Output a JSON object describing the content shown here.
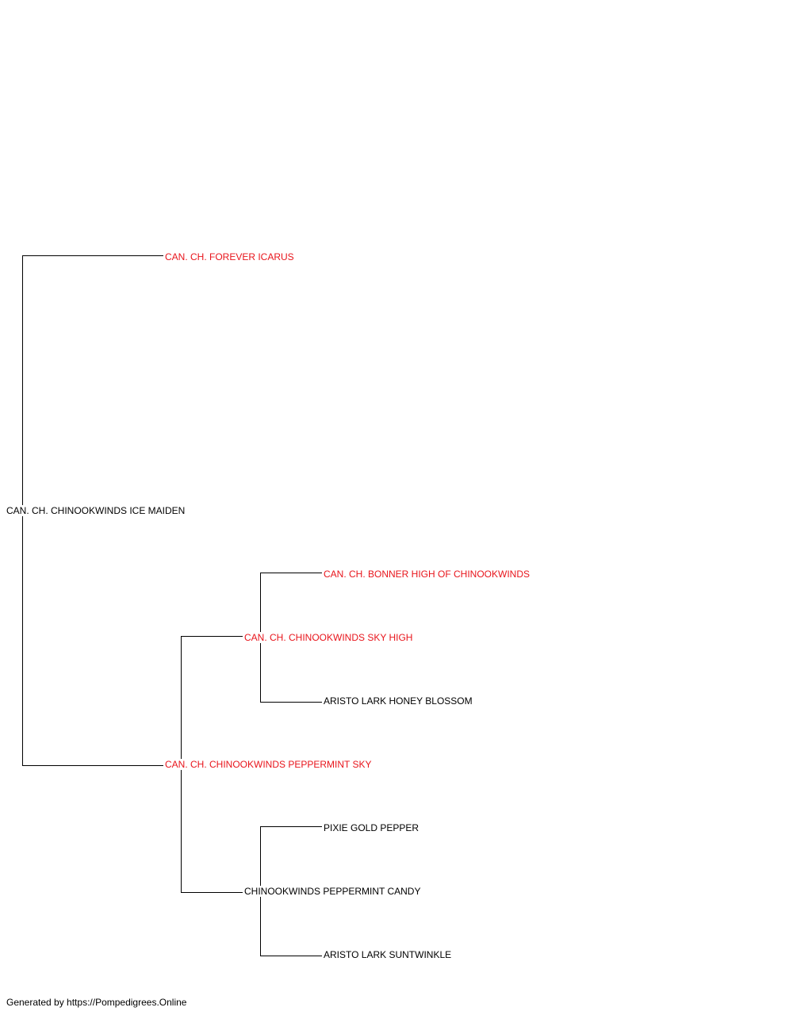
{
  "pedigree": {
    "subject": {
      "name": "CAN. CH. CHINOOKWINDS ICE MAIDEN",
      "titled": false
    },
    "sire": {
      "name": "CAN. CH. FOREVER ICARUS",
      "titled": true
    },
    "dam": {
      "name": "CAN. CH. CHINOOKWINDS PEPPERMINT SKY",
      "titled": true
    },
    "dam_sire": {
      "name": "CAN. CH. CHINOOKWINDS SKY HIGH",
      "titled": true
    },
    "dam_sire_sire": {
      "name": "CAN. CH. BONNER HIGH OF CHINOOKWINDS",
      "titled": true
    },
    "dam_sire_dam": {
      "name": "ARISTO LARK HONEY BLOSSOM",
      "titled": false
    },
    "dam_dam": {
      "name": "CHINOOKWINDS PEPPERMINT CANDY",
      "titled": false
    },
    "dam_dam_sire": {
      "name": "PIXIE GOLD PEPPER",
      "titled": false
    },
    "dam_dam_dam": {
      "name": "ARISTO LARK SUNTWINKLE",
      "titled": false
    }
  },
  "colors": {
    "titled": "#e8141b",
    "untitled": "#000000",
    "line": "#000000"
  },
  "footer": {
    "text": "Generated by https://Pompedigrees.Online"
  }
}
